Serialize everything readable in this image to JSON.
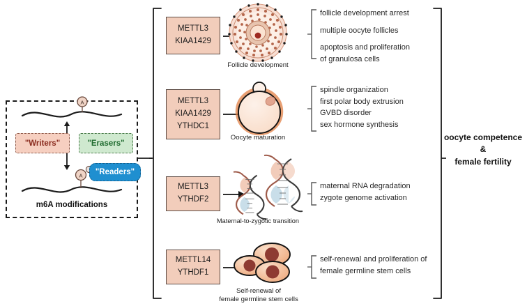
{
  "left_panel": {
    "caption": "m6A modifications",
    "writers_label": "\"Writers\"",
    "erasers_label": "\"Erasers\"",
    "readers_label": "\"Readers\"",
    "methyl_mark": "A",
    "colors": {
      "writers_fill": "#f6cfc0",
      "writers_text": "#8a2b1e",
      "erasers_fill": "#cfe9cf",
      "erasers_text": "#1f6b2f",
      "readers_fill": "#1f8fd0",
      "readers_text": "#ffffff"
    }
  },
  "rows": [
    {
      "genes": [
        "METTL3",
        "KIAA1429"
      ],
      "illustration": "follicle-icon",
      "illustration_caption": "Follicle development",
      "outcomes": [
        "follicle development arrest",
        "multiple oocyte follicles",
        "apoptosis and proliferation",
        "of granulosa cells"
      ]
    },
    {
      "genes": [
        "METTL3",
        "KIAA1429",
        "YTHDC1"
      ],
      "illustration": "oocyte-icon",
      "illustration_caption": "Oocyte maturation",
      "outcomes": [
        "spindle organization",
        "first polar body extrusion",
        "GVBD disorder",
        "sex hormone synthesis"
      ]
    },
    {
      "genes": [
        "METTL3",
        "YTHDF2"
      ],
      "illustration": "dna-helix-icon",
      "illustration_caption": "Maternal-to-zygotic transition",
      "outcomes": [
        "maternal RNA degradation",
        "zygote genome activation"
      ]
    },
    {
      "genes": [
        "METTL14",
        "YTHDF1"
      ],
      "illustration": "stem-cells-icon",
      "illustration_caption_line1": "Self-renewal of",
      "illustration_caption_line2": "female germline stem cells",
      "outcomes": [
        "self-renewal and proliferation of",
        "female germline stem cells"
      ]
    }
  ],
  "conclusion": {
    "line1": "oocyte competence",
    "line2": "&",
    "line3": "female fertility"
  }
}
